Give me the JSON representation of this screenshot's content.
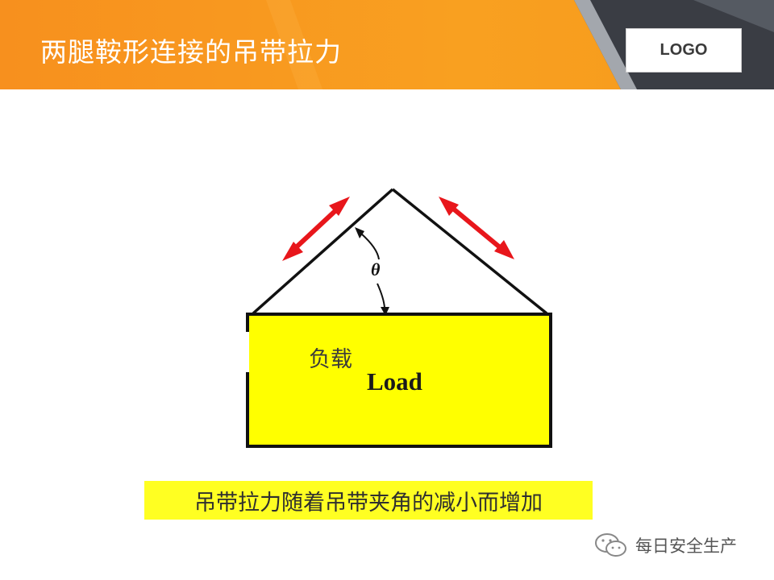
{
  "header": {
    "title": "两腿鞍形连接的吊带拉力",
    "logo": "LOGO",
    "colors": {
      "orange": "#f7941d",
      "dark": "#3a3d44",
      "gray": "#9fa3a8"
    }
  },
  "diagram": {
    "load_label_cn": "负载",
    "load_label_en": "Load",
    "angle_symbol": "θ",
    "colors": {
      "load_fill": "#ffff00",
      "arrow": "#e8161b",
      "line": "#111111"
    }
  },
  "caption": "吊带拉力随着吊带夹角的减小而增加",
  "watermark": {
    "text": "每日安全生产",
    "icon": "wechat-icon"
  }
}
